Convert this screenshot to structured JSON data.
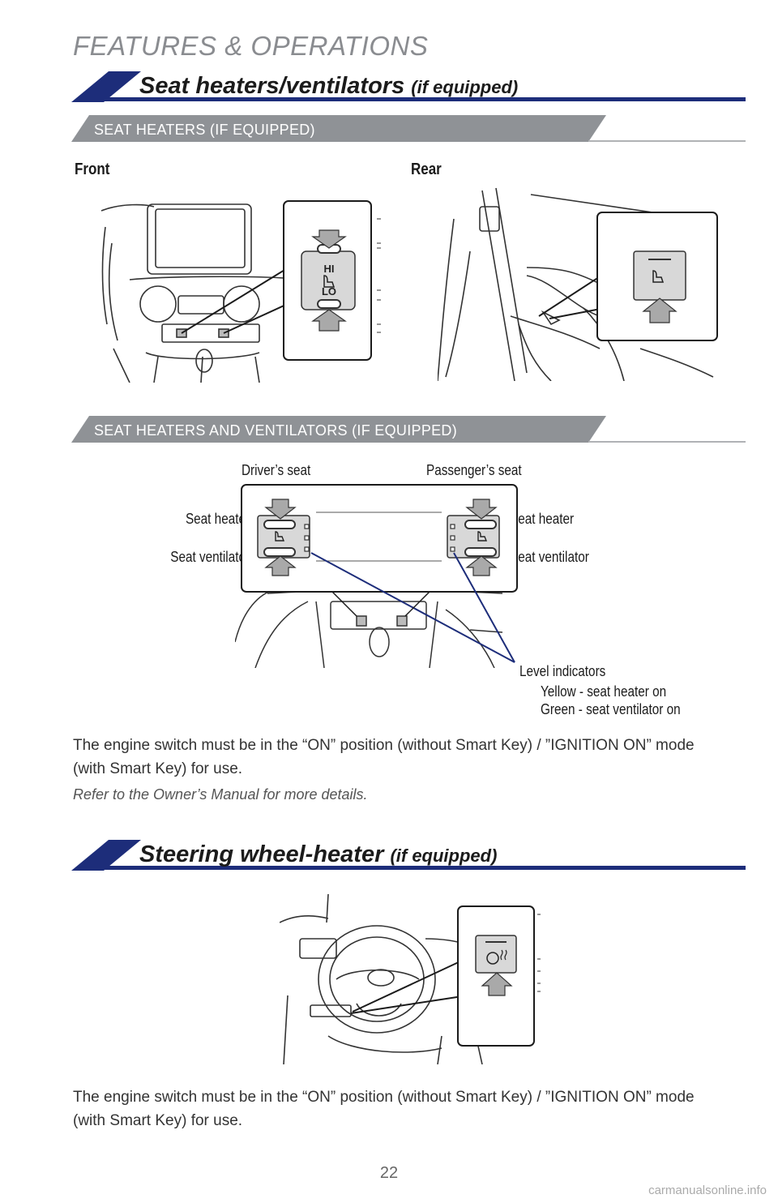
{
  "page": {
    "header": "FEATURES & OPERATIONS",
    "page_number": "22",
    "watermark": "carmanualsonline.info"
  },
  "colors": {
    "navy": "#1d2d7a",
    "banner_gray": "#8f9296",
    "rule_gray": "#b0b2b5",
    "button_gray": "#d8d8d8"
  },
  "seat_section": {
    "title": "Seat heaters/ventilators",
    "title_suffix": "(if equipped)",
    "sub1": {
      "label": "SEAT HEATERS (IF EQUIPPED)",
      "front_label": "Front",
      "rear_label": "Rear",
      "switch_hi": "HI",
      "switch_lo": "LO"
    },
    "sub2": {
      "label": "SEAT HEATERS AND VENTILATORS (IF EQUIPPED)",
      "drivers_seat": "Driver’s seat",
      "passengers_seat": "Passenger’s seat",
      "seat_heater_left": "Seat heater",
      "seat_ventilator_left": "Seat ventilator",
      "seat_heater_right": "Seat heater",
      "seat_ventilator_right": "Seat ventilator",
      "level_indicators": "Level indicators",
      "yellow_note": "Yellow - seat heater on",
      "green_note": "Green - seat ventilator on"
    },
    "body": "The engine switch must be in the “ON” position (without Smart Key) / ”IGNITION ON” mode (with Smart Key) for use.",
    "note": "Refer to the Owner’s Manual for more details."
  },
  "steering_section": {
    "title": "Steering wheel-heater",
    "title_suffix": "(if equipped)",
    "body": "The engine switch must be in the “ON” position (without Smart Key) / ”IGNITION ON” mode (with Smart Key) for use."
  }
}
